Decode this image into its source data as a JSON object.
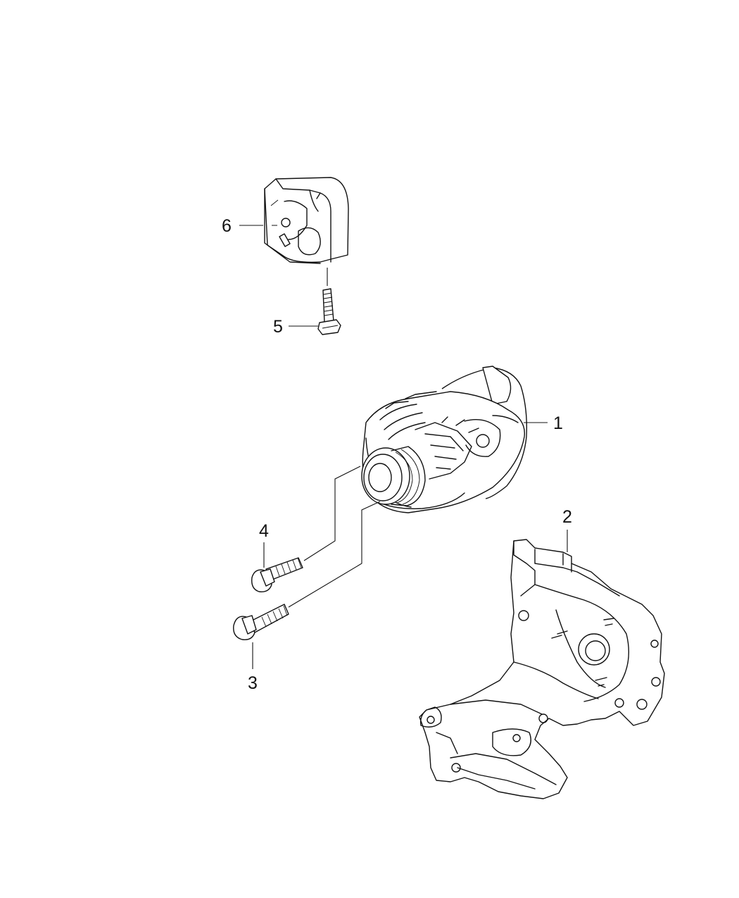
{
  "callouts": [
    {
      "id": "1",
      "label": "1",
      "part": "alternator"
    },
    {
      "id": "2",
      "label": "2",
      "part": "alternator-bracket"
    },
    {
      "id": "3",
      "label": "3",
      "part": "bolt-lower"
    },
    {
      "id": "4",
      "label": "4",
      "part": "bolt-upper"
    },
    {
      "id": "5",
      "label": "5",
      "part": "shield-bolt"
    },
    {
      "id": "6",
      "label": "6",
      "part": "heat-shield"
    }
  ]
}
